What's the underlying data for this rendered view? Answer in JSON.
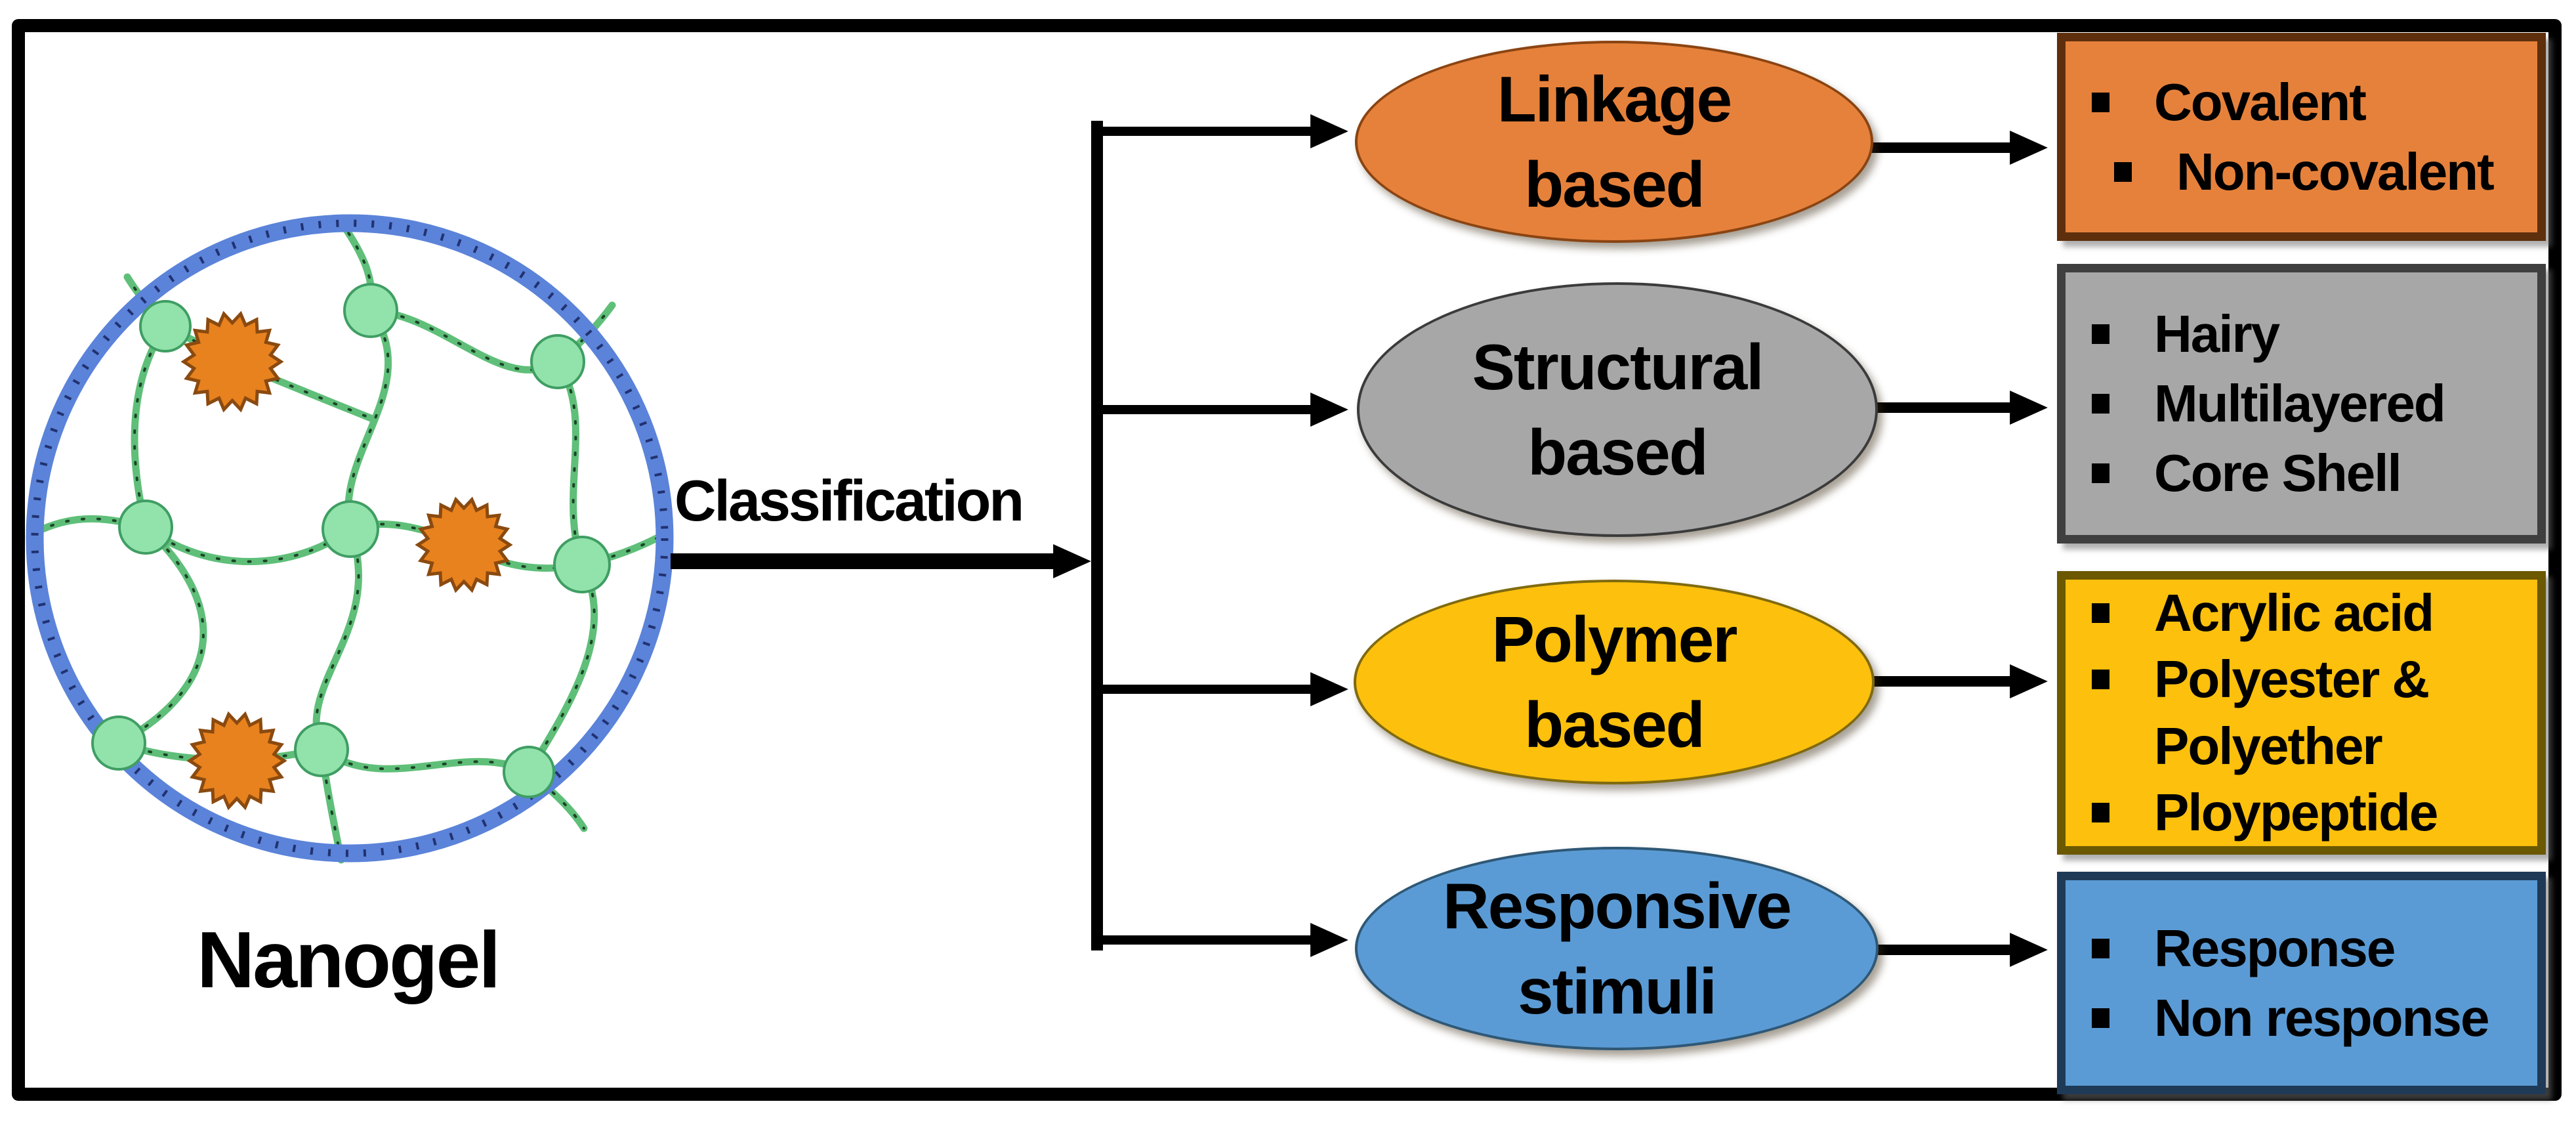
{
  "figure": {
    "root_label": "Nanogel",
    "arrow_label": "Classification"
  },
  "nanogel_colors": {
    "ring": "#5b83d9",
    "ring_speckle": "#18255e",
    "strand": "#5fbf79",
    "strand_speckle": "#15361f",
    "node": "#92e2ab",
    "node_edge": "#3f9e63",
    "particle": "#e8821e",
    "particle_edge": "#8a4a10"
  },
  "branches": [
    {
      "name": "linkage-based",
      "label_lines": [
        "Linkage",
        "based"
      ],
      "fill": "#E6813B",
      "edge": "#8A4412",
      "box_edge": "#5E2F0D",
      "items": [
        "Covalent",
        "Non-covalent"
      ]
    },
    {
      "name": "structural-based",
      "label_lines": [
        "Structural",
        "based"
      ],
      "fill": "#A7A7A7",
      "edge": "#3B3B3B",
      "box_edge": "#3F3F3F",
      "items": [
        "Hairy",
        "Multilayered",
        "Core Shell"
      ]
    },
    {
      "name": "polymer-based",
      "label_lines": [
        "Polymer",
        "based"
      ],
      "fill": "#FCC00D",
      "edge": "#7F6A10",
      "box_edge": "#6B5800",
      "items": [
        "Acrylic acid",
        "Polyester &",
        "Polyether",
        "Ploypeptide"
      ]
    },
    {
      "name": "responsive-stimuli",
      "label_lines": [
        "Responsive",
        "stimuli"
      ],
      "fill": "#5B9BD5",
      "edge": "#2F5876",
      "box_edge": "#1F3A57",
      "items": [
        "Response",
        "Non response"
      ]
    }
  ]
}
